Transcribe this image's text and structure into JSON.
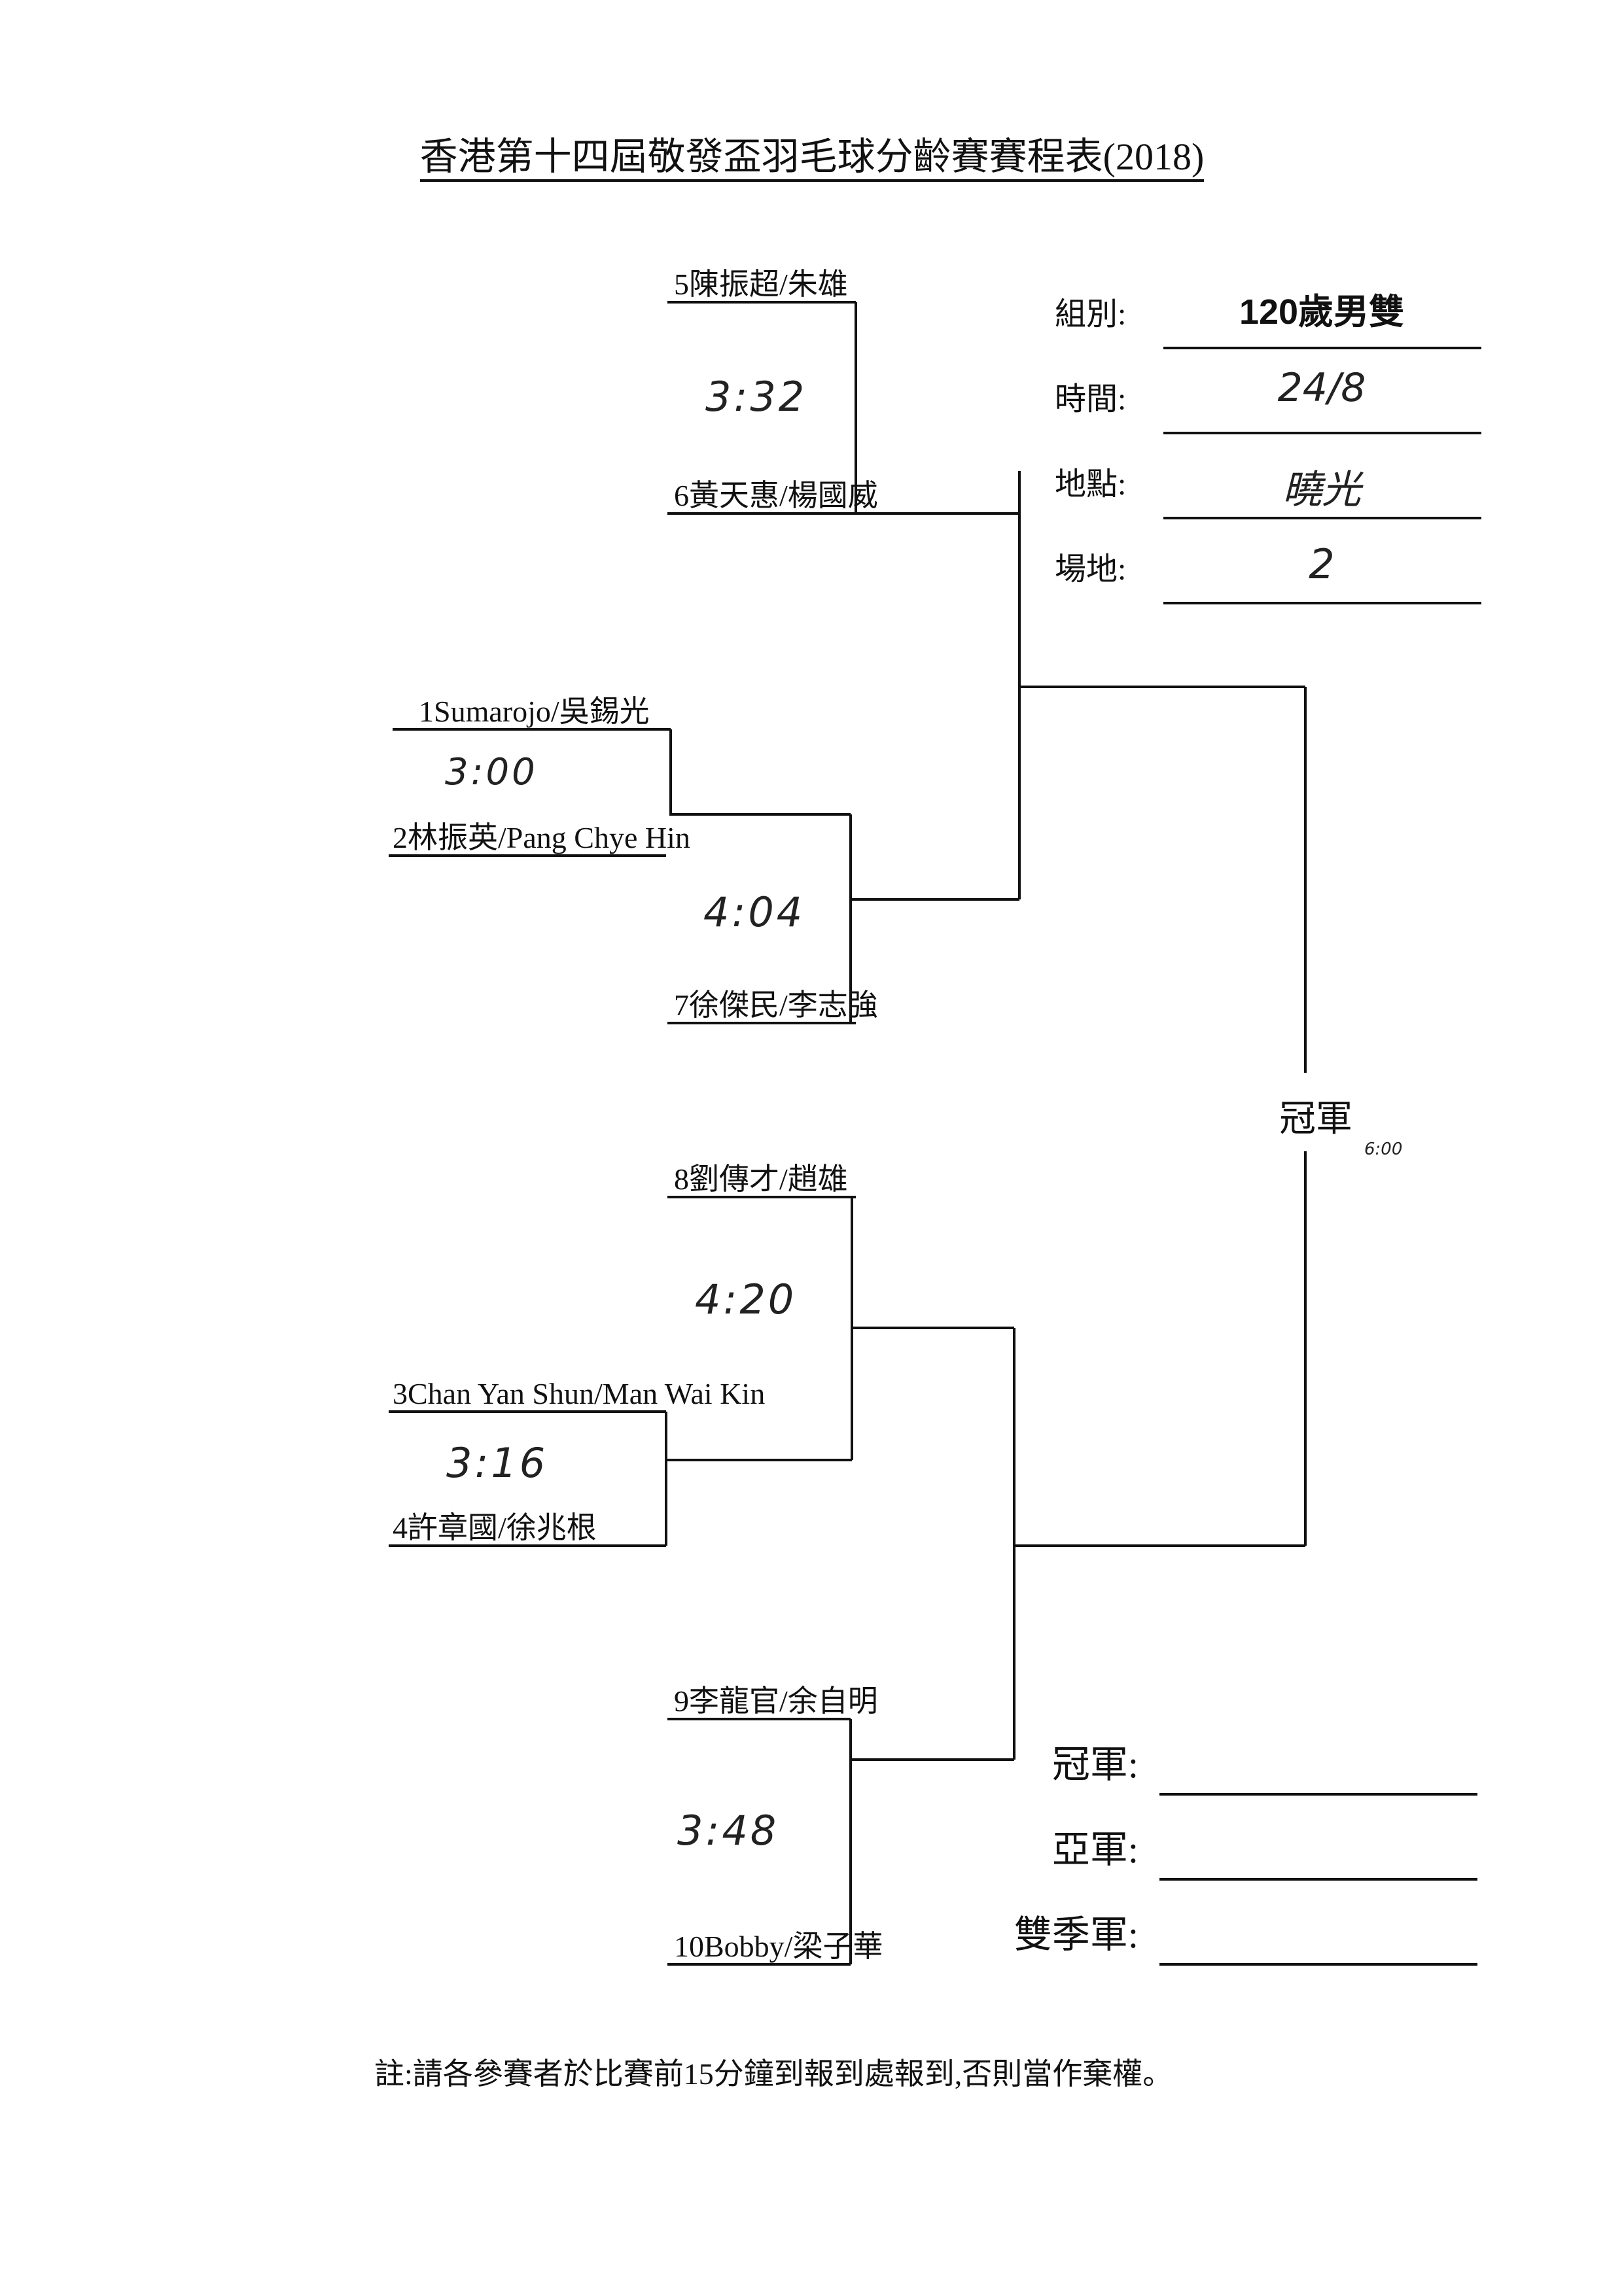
{
  "title": "香港第十四屆敬發盃羽毛球分齡賽賽程表(2018)",
  "info": {
    "group_label": "組別:",
    "group_value": "120歲男雙",
    "time_label": "時間:",
    "time_value": "24/8",
    "venue_label": "地點:",
    "venue_value": "曉光",
    "court_label": "場地:",
    "court_value": "2"
  },
  "teams": {
    "t5": "5陳振超/朱雄",
    "t6": "6黃天惠/楊國威",
    "t1": "1Sumarojo/吳錫光",
    "t2": "2林振英/Pang Chye Hin",
    "t7": "7徐傑民/李志強",
    "t8": "8劉傳才/趙雄",
    "t3": "3Chan Yan Shun/Man Wai Kin",
    "t4": "4許章國/徐兆根",
    "t9": "9李龍官/余自明",
    "t10": "10Bobby/梁子華"
  },
  "match_times": {
    "m5_6": "3:32",
    "m1_2": "3:00",
    "m_w12_7": "4:04",
    "m3_4": "3:16",
    "m8_w34": "4:20",
    "m9_10": "3:48",
    "final": "6:00"
  },
  "final_label": "冠軍",
  "results": {
    "champion_label": "冠軍:",
    "runner_up_label": "亞軍:",
    "third_label": "雙季軍:"
  },
  "note": "註:請各參賽者於比賽前15分鐘到報到處報到,否則當作棄權。"
}
